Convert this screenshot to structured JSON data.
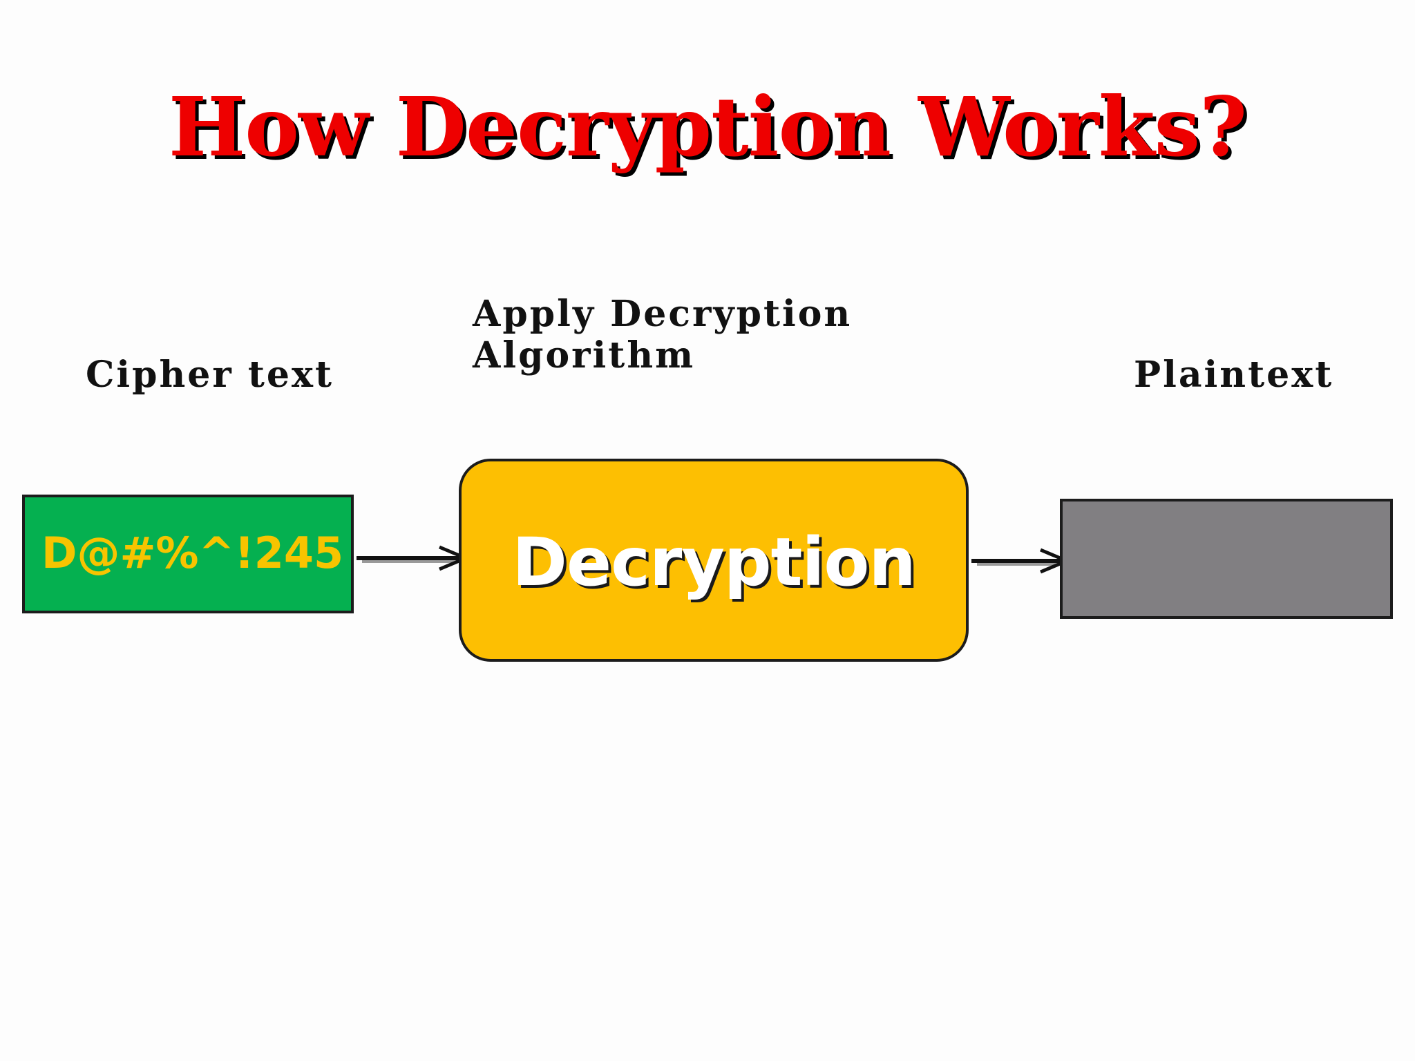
{
  "title": "How Decryption Works?",
  "labels": {
    "cipher": "Cipher text",
    "algorithm_line1": "Apply Decryption",
    "algorithm_line2": "Algorithm",
    "plain": "Plaintext"
  },
  "cipher_value": "D@#%^!245",
  "process_label": "Decryption",
  "colors": {
    "title": "#ee0000",
    "cipher_box": "#05b050",
    "cipher_text": "#f7c400",
    "process_box": "#fdbf02",
    "plain_box": "#817f82"
  }
}
